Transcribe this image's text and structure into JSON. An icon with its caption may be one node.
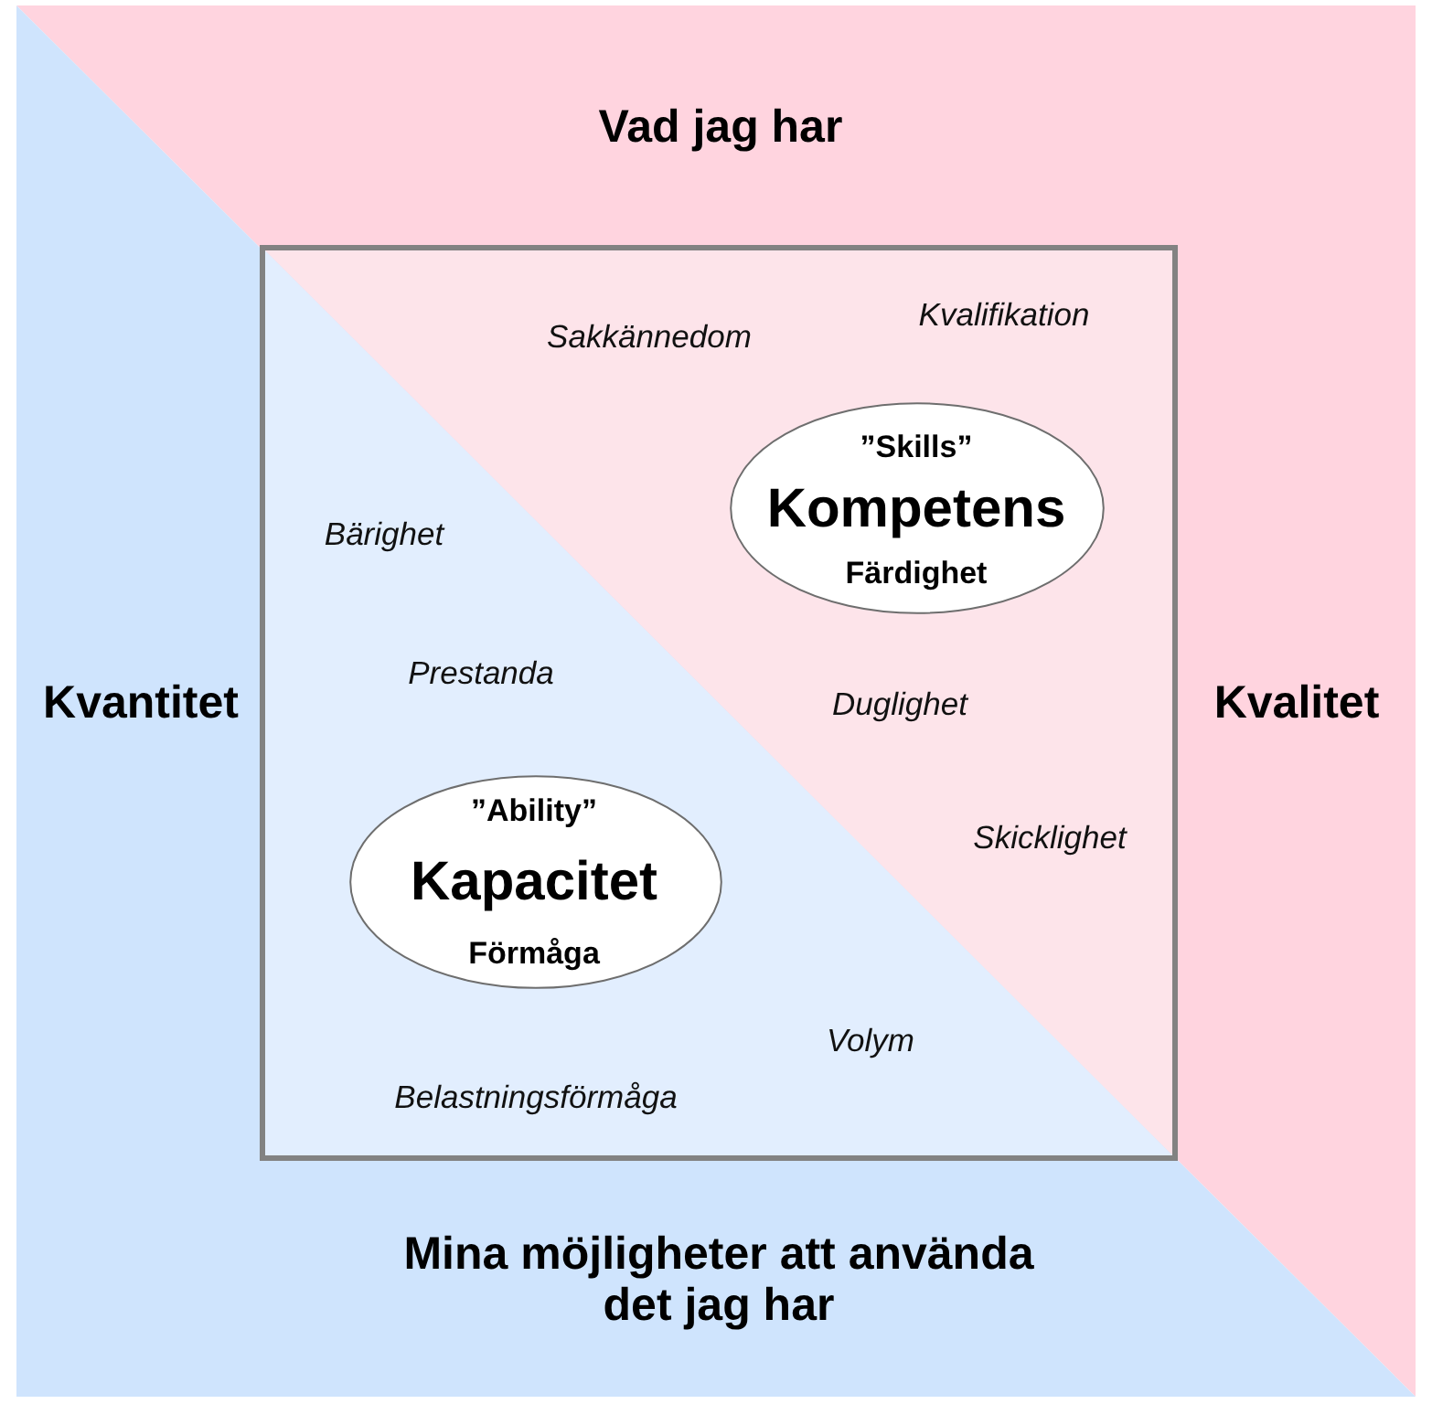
{
  "diagram": {
    "nodes": [
      {
        "text": [
          "Sakkännedom",
          "Kvalifikation",
          "Bärighet",
          "Prestanda",
          "Duglighet",
          "Skicklighet",
          "Volym",
          "Belastningsförmåga"
        ]
      },
      {
        "text": [
          "”Skills”",
          "Kompetens",
          "Färdighet"
        ],
        "in": 0
      },
      {
        "text": [
          "”Ability”",
          "Kapacitet",
          "Förmåga"
        ],
        "in": 0
      }
    ],
    "labels": [
      "Vad jag har",
      "Kvantitet",
      "Kvalitet",
      "Mina möjligheter att använda det jag har"
    ]
  }
}
